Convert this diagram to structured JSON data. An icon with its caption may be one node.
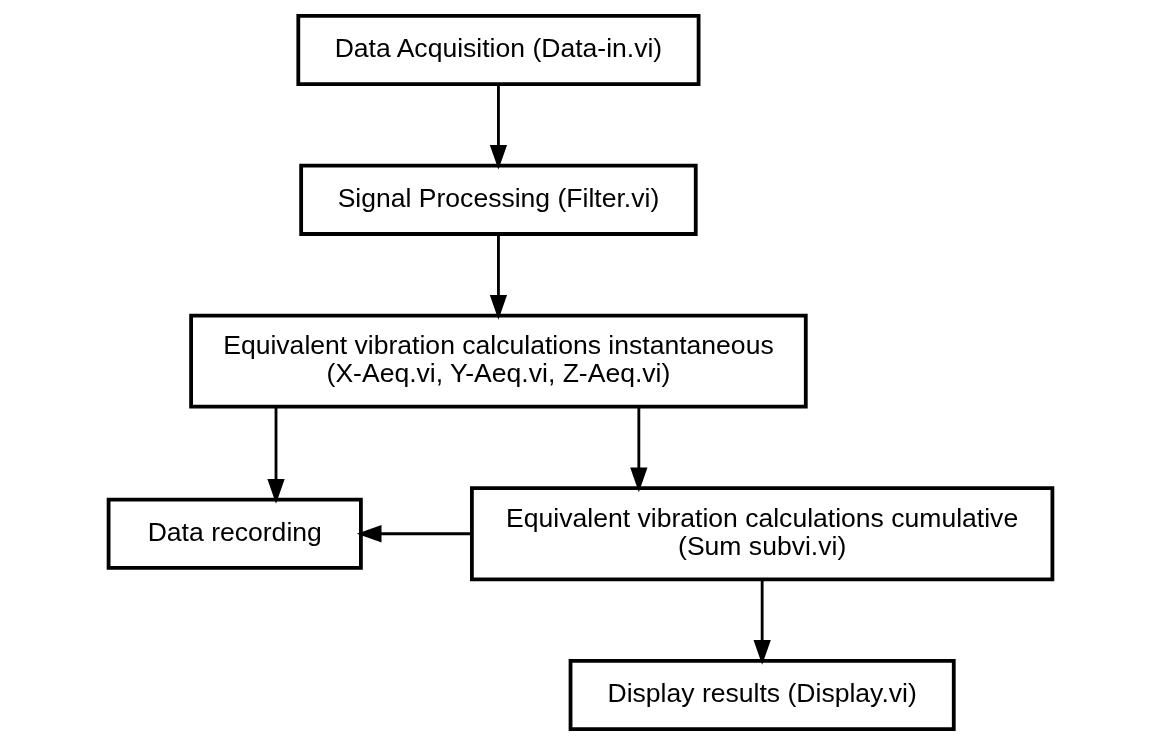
{
  "diagram": {
    "nodes": [
      {
        "text": [
          "Data Acquisition (Data-in.vi)"
        ]
      },
      {
        "text": [
          "Signal Processing (Filter.vi)"
        ]
      },
      {
        "text": [
          "Equivalent vibration calculations instantaneous (X-Aeq.vi, Y-Aeq.vi, Z-Aeq.vi)"
        ]
      },
      {
        "text": [
          "Data recording"
        ]
      },
      {
        "text": [
          "Equivalent vibration calculations cumulative (Sum subvi.vi)"
        ]
      },
      {
        "text": [
          "Display results (Display.vi)"
        ]
      }
    ],
    "edges": [
      {
        "from": 0,
        "to": 1,
        "arrow": "to"
      },
      {
        "from": 1,
        "to": 2,
        "arrow": "to"
      },
      {
        "from": 2,
        "to": 4,
        "arrow": "to"
      },
      {
        "from": 2,
        "to": 3,
        "arrow": "to"
      },
      {
        "from": 4,
        "to": 3,
        "arrow": "to"
      },
      {
        "from": 4,
        "to": 5,
        "arrow": "to"
      }
    ]
  }
}
